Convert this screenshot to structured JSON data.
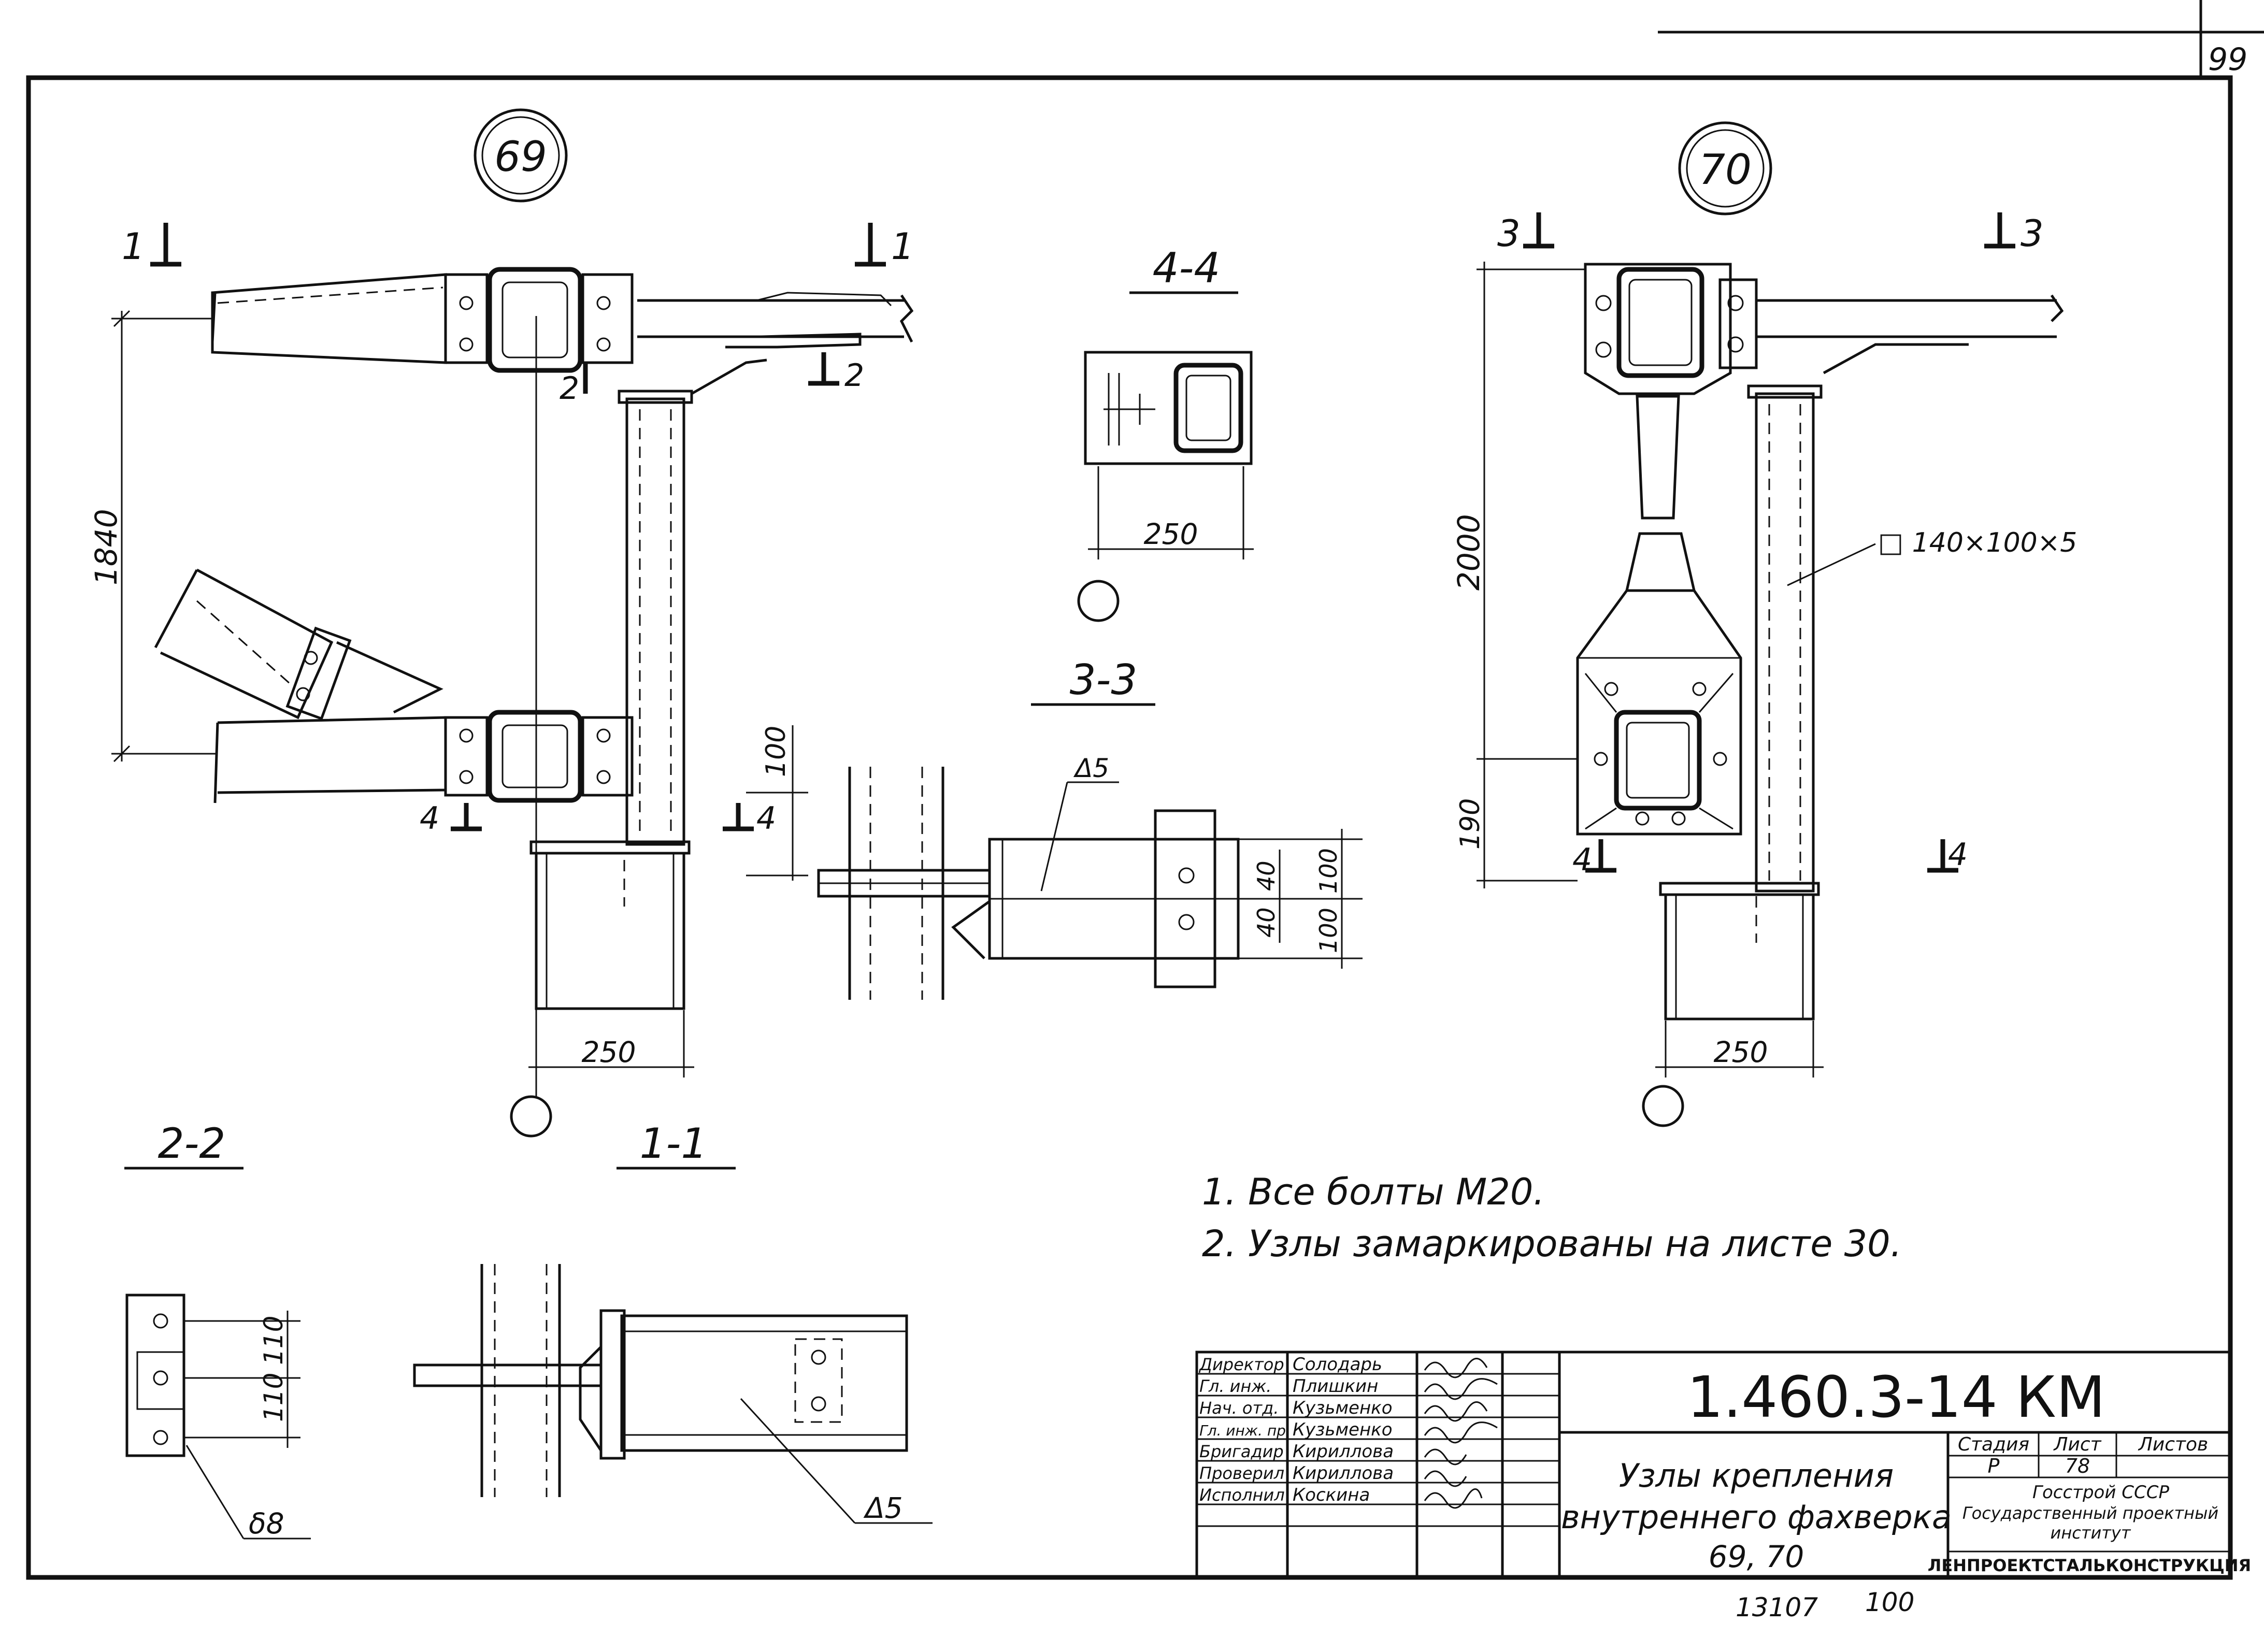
{
  "sheet": {
    "page_number": "99",
    "bottom_left_number": "13107",
    "bottom_right_number": "100"
  },
  "nodes": {
    "node69": {
      "label": "69"
    },
    "node70": {
      "label": "70"
    }
  },
  "sections": {
    "s1_left": "1",
    "s1_right": "1",
    "s2_left": "2",
    "s2_right": "2",
    "s3_left": "3",
    "s3_right": "3",
    "s4_left_69": "4",
    "s4_right_69": "4",
    "s4_left_70": "4",
    "s4_right_70": "4",
    "title_4_4": "4-4",
    "title_3_3": "3-3",
    "title_2_2": "2-2",
    "title_1_1": "1-1"
  },
  "dimensions": {
    "d1840": "1840",
    "d100_69": "100",
    "d250_69": "250",
    "d250_44": "250",
    "d2000": "2000",
    "d190": "190",
    "d250_70": "250",
    "d33_40a": "40",
    "d33_40b": "40",
    "d33_100a": "100",
    "d33_100b": "100",
    "d22_110a": "110",
    "d22_110b": "110"
  },
  "callouts": {
    "profile_70": "□ 140×100×5",
    "plate_33": "Δ5",
    "plate_11": "Δ5",
    "plate_22": "δ8"
  },
  "notes": [
    "1. Все болты М20.",
    "2. Узлы замаркированы на листе 30."
  ],
  "title_block": {
    "document_code": "1.460.3-14 КМ",
    "title_line1": "Узлы крепления",
    "title_line2": "внутреннего фахверка",
    "title_line3": "69, 70",
    "stage_header": "Стадия",
    "sheet_header": "Лист",
    "sheets_header": "Листов",
    "stage_value": "Р",
    "sheet_value": "78",
    "sheets_value": "",
    "org_line1": "Госстрой СССР",
    "org_line2": "Государственный проектный",
    "org_line3": "институт",
    "org_name": "ЛЕНПРОЕКТСТАЛЬКОНСТРУКЦИЯ",
    "staff": [
      {
        "role": "Директор",
        "name": "Солодарь"
      },
      {
        "role": "Гл. инж.",
        "name": "Плишкин"
      },
      {
        "role": "Нач. отд.",
        "name": "Кузьменко"
      },
      {
        "role": "Гл. инж. пр.",
        "name": "Кузьменко"
      },
      {
        "role": "Бригадир",
        "name": "Кириллова"
      },
      {
        "role": "Проверил",
        "name": "Кириллова"
      },
      {
        "role": "Исполнил",
        "name": "Коскина"
      }
    ]
  }
}
